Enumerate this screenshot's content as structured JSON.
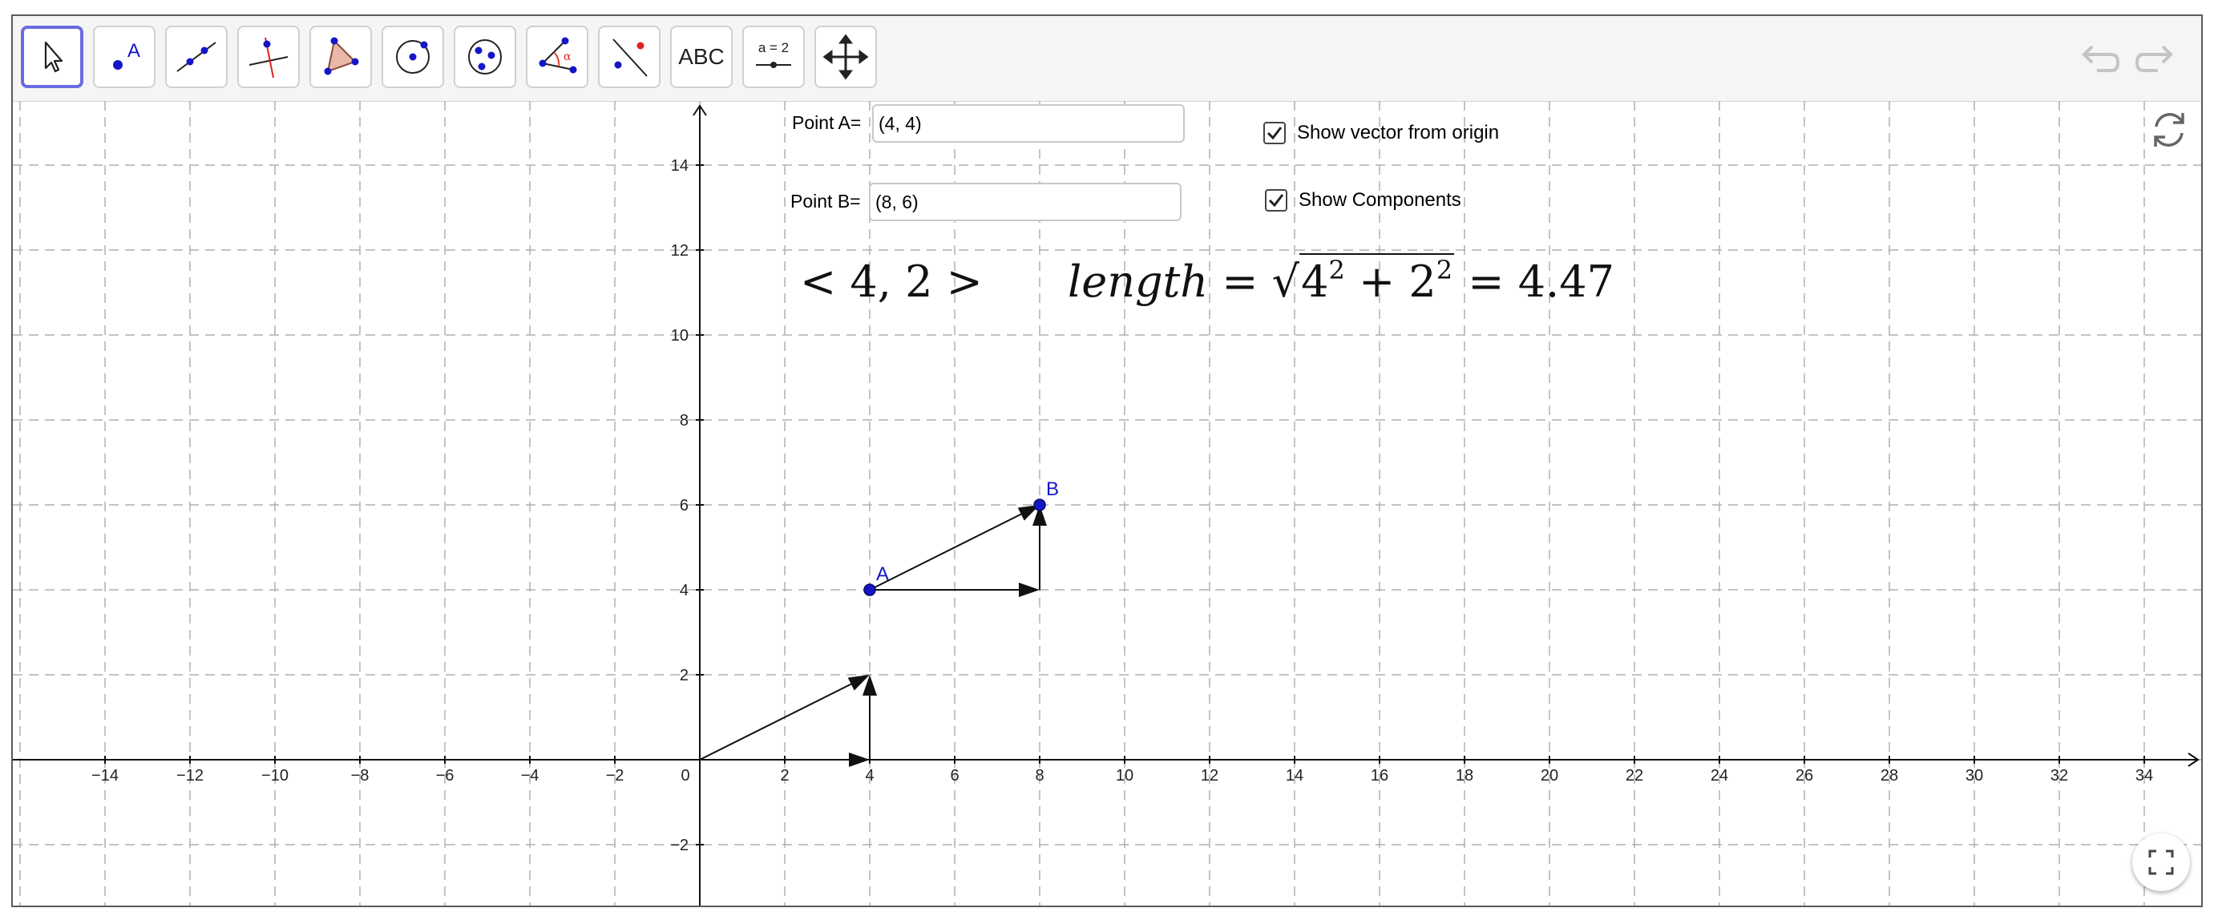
{
  "toolbar": {
    "tools": [
      {
        "name": "move-tool",
        "icon": "cursor-arrow-icon",
        "label": ""
      },
      {
        "name": "point-tool",
        "icon": "point-a-icon",
        "label": "A"
      },
      {
        "name": "line-tool",
        "icon": "line-through-points-icon",
        "label": ""
      },
      {
        "name": "perpendicular-line-tool",
        "icon": "perpendicular-line-icon",
        "label": ""
      },
      {
        "name": "polygon-tool",
        "icon": "polygon-icon",
        "label": ""
      },
      {
        "name": "circle-center-point-tool",
        "icon": "circle-center-point-icon",
        "label": ""
      },
      {
        "name": "circle-three-points-tool",
        "icon": "circle-three-points-icon",
        "label": ""
      },
      {
        "name": "angle-tool",
        "icon": "angle-icon",
        "label": "α"
      },
      {
        "name": "reflect-tool",
        "icon": "reflect-line-icon",
        "label": ""
      },
      {
        "name": "text-tool",
        "icon": "text-icon",
        "label": "ABC"
      },
      {
        "name": "slider-tool",
        "icon": "slider-icon",
        "label": "a = 2"
      },
      {
        "name": "move-graphics-view-tool",
        "icon": "move-arrows-icon",
        "label": ""
      }
    ],
    "undo_icon": "undo-icon",
    "redo_icon": "redo-icon"
  },
  "inputs": {
    "point_a": {
      "label": "Point A=",
      "value": "(4, 4)"
    },
    "point_b": {
      "label": "Point B=",
      "value": "(8, 6)"
    }
  },
  "checkboxes": {
    "show_vector": {
      "label": "Show vector from origin",
      "checked": true
    },
    "show_components": {
      "label": "Show Components",
      "checked": true
    }
  },
  "math": {
    "vector_text": "< 4, 2 >",
    "length_word": "length",
    "equals": "=",
    "base1": "4",
    "exp1": "2",
    "plus": "+",
    "base2": "2",
    "exp2": "2",
    "result": "= 4.47"
  },
  "graph": {
    "x_ticks": [
      "−14",
      "−12",
      "−10",
      "−8",
      "−6",
      "−4",
      "−2",
      "0",
      "2",
      "4",
      "6",
      "8",
      "10",
      "12",
      "14",
      "16",
      "18",
      "20",
      "22",
      "24",
      "26",
      "28",
      "30",
      "32",
      "34"
    ],
    "y_ticks": [
      "14",
      "12",
      "10",
      "8",
      "6",
      "4",
      "2",
      "−2"
    ],
    "points": [
      {
        "label": "A",
        "x": 4,
        "y": 4
      },
      {
        "label": "B",
        "x": 8,
        "y": 6
      }
    ],
    "vectors": [
      {
        "name": "vector-ab",
        "from": [
          4,
          4
        ],
        "to": [
          8,
          6
        ]
      },
      {
        "name": "component-x-ab",
        "from": [
          4,
          4
        ],
        "to": [
          8,
          4
        ]
      },
      {
        "name": "component-y-ab",
        "from": [
          8,
          4
        ],
        "to": [
          8,
          6
        ]
      },
      {
        "name": "vector-origin",
        "from": [
          0,
          0
        ],
        "to": [
          4,
          2
        ]
      },
      {
        "name": "component-x-origin",
        "from": [
          0,
          0
        ],
        "to": [
          4,
          0
        ]
      },
      {
        "name": "component-y-origin",
        "from": [
          4,
          0
        ],
        "to": [
          4,
          2
        ]
      }
    ],
    "point_color": "#1515c8",
    "grid_color": "#b0b0b0"
  },
  "icons": {
    "refresh": "refresh-icon",
    "fullscreen": "fullscreen-icon"
  }
}
